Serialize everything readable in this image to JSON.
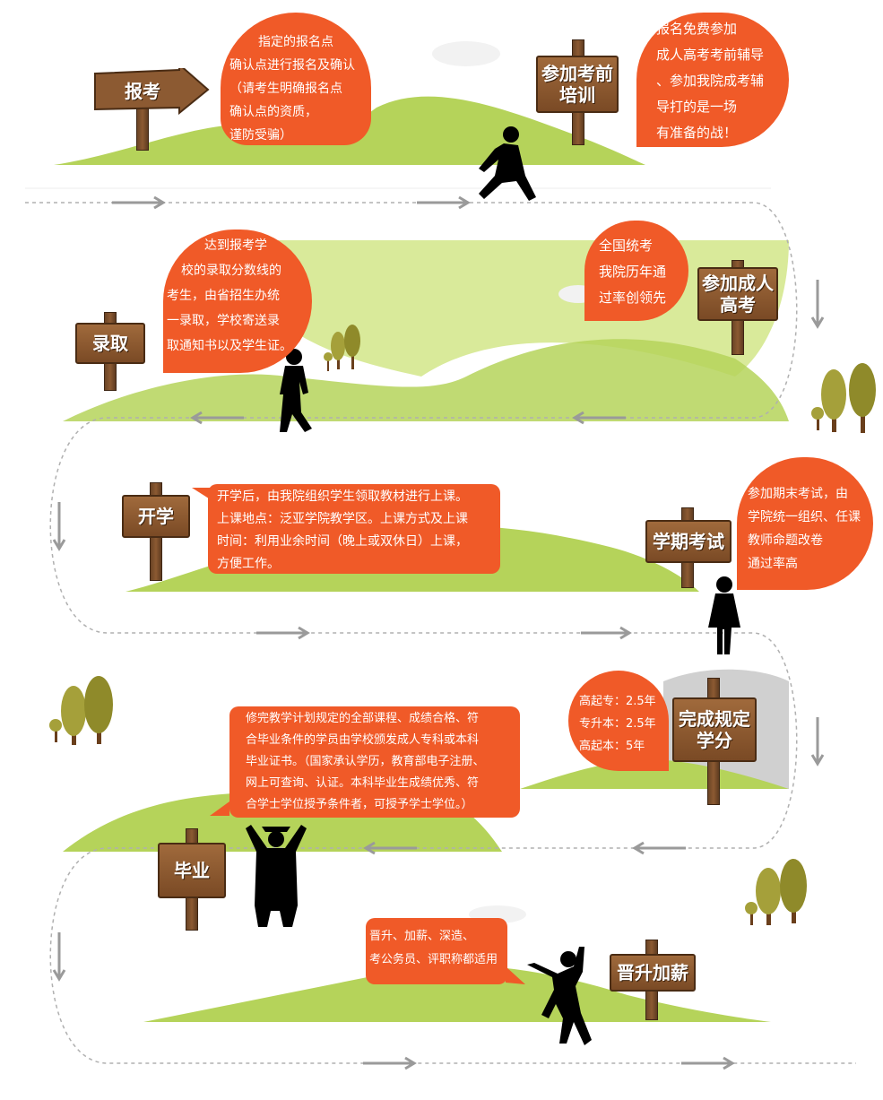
{
  "stages": {
    "apply": {
      "label": "报考"
    },
    "training": {
      "label_line1": "参加考前",
      "label_line2": "培训"
    },
    "exam": {
      "label_line1": "参加成人",
      "label_line2": "高考"
    },
    "admission": {
      "label": "录取"
    },
    "enroll": {
      "label": "开学"
    },
    "term_exam": {
      "label": "学期考试"
    },
    "credits": {
      "label_line1": "完成规定",
      "label_line2": "学分"
    },
    "graduate": {
      "label": "毕业"
    },
    "promotion": {
      "label": "晋升加薪"
    }
  },
  "bubbles": {
    "apply": [
      "指定的报名点",
      "确认点进行报名及确认",
      "（请考生明确报名点",
      "确认点的资质，",
      "谨防受骗）"
    ],
    "training": [
      "报名免费参加",
      "成人高考考前辅导",
      "、参加我院成考辅",
      "导打的是一场",
      "有准备的战！"
    ],
    "exam": [
      "全国统考",
      "我院历年通",
      "过率创领先"
    ],
    "admission": [
      "达到报考学",
      "校的录取分数线的",
      "考生，由省招生办统",
      "一录取，学校寄送录",
      "取通知书以及学生证。"
    ],
    "enroll": [
      "开学后，由我院组织学生领取教材进行上课。",
      "上课地点：泛亚学院教学区。上课方式及上课",
      "时间：利用业余时间（晚上或双休日）上课，",
      "方便工作。"
    ],
    "term_exam": [
      "参加期末考试，由",
      "学院统一组织、任课",
      "教师命题改卷",
      "通过率高"
    ],
    "credits": [
      "高起专：2.5年",
      "专升本：2.5年",
      "高起本：5年"
    ],
    "graduate": [
      "修完教学计划规定的全部课程、成绩合格、符",
      "合毕业条件的学员由学校颁发成人专科或本科",
      "毕业证书。（国家承认学历，教育部电子注册、",
      "网上可查询、认证。本科毕业生成绩优秀、符",
      "合学士学位授予条件者，可授予学士学位。）"
    ],
    "promotion": [
      "晋升、加薪、深造、",
      "考公务员、评职称都适用"
    ]
  },
  "colors": {
    "bubble": "#f05a28",
    "hill": "#b5d35a",
    "hill_light": "#d9ea9a",
    "sign_wood": "#8c5a32",
    "path_dash": "#b0b0b0",
    "arrow": "#9a9a9a"
  },
  "icons": [
    "walking-person-icon",
    "standing-person-icon",
    "woman-standing-icon",
    "graduate-icon",
    "jumping-person-icon",
    "tree-icon",
    "cloud-icon"
  ]
}
